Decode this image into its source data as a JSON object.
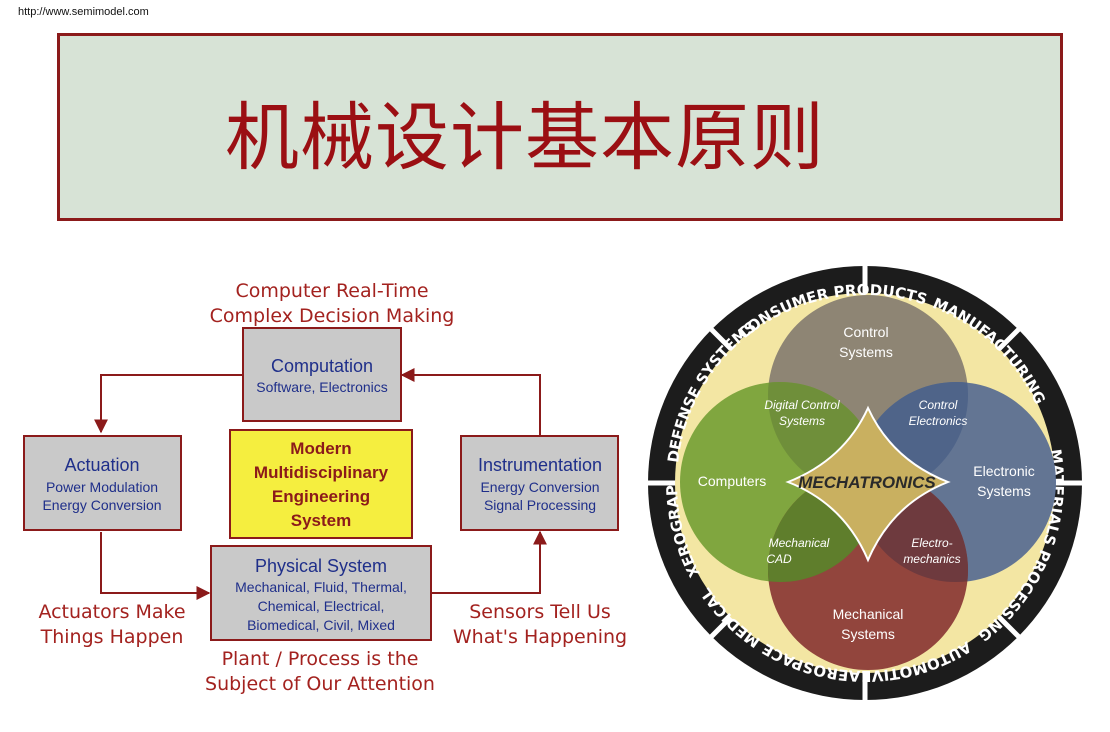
{
  "header": {
    "url": "http://www.semimodel.com",
    "title": "机械设计基本原则"
  },
  "flow": {
    "top_note": [
      "Computer Real-Time",
      "Complex Decision Making"
    ],
    "computation": {
      "title": "Computation",
      "sub": [
        "Software, Electronics"
      ]
    },
    "center": {
      "lines": [
        "Modern",
        "Multidisciplinary",
        "Engineering",
        "System"
      ]
    },
    "actuation": {
      "title": "Actuation",
      "sub": [
        "Power Modulation",
        "Energy Conversion"
      ]
    },
    "instrumentation": {
      "title": "Instrumentation",
      "sub": [
        "Energy Conversion",
        "Signal Processing"
      ]
    },
    "physical": {
      "title": "Physical System",
      "sub": [
        "Mechanical, Fluid, Thermal,",
        "Chemical, Electrical,",
        "Biomedical, Civil, Mixed"
      ]
    },
    "left_note": [
      "Actuators Make",
      "Things Happen"
    ],
    "right_note": [
      "Sensors Tell Us",
      "What's Happening"
    ],
    "bottom_note": [
      "Plant / Process is the",
      "Subject of Our Attention"
    ]
  },
  "mechatronics": {
    "center": "MECHATRONICS",
    "circles": {
      "control": [
        "Control",
        "Systems"
      ],
      "computers": [
        "Computers"
      ],
      "electronic": [
        "Electronic",
        "Systems"
      ],
      "mechanical": [
        "Mechanical",
        "Systems"
      ]
    },
    "overlaps": {
      "digital_control": [
        "Digital Control",
        "Systems"
      ],
      "control_electronics": [
        "Control",
        "Electronics"
      ],
      "mechanical_cad": [
        "Mechanical",
        "CAD"
      ],
      "electromechanics": [
        "Electro-",
        "mechanics"
      ]
    },
    "ring": {
      "automotive": "AUTOMOTIVE",
      "aerospace": "AEROSPACE",
      "medical": "MEDICAL",
      "xerography": "XEROGRAPHY",
      "defense": "DEFENSE SYSTEMS",
      "consumer": "CONSUMER PRODUCTS",
      "manufacturing": "MANUFACTURING",
      "materials": "MATERIALS PROCESSING"
    },
    "colors": {
      "control": "#8e8574",
      "computers": "#79a23a",
      "electronic": "#5b6f92",
      "mechanical": "#8c3c38",
      "center": "#c9b060",
      "ring_band": "#1c1c1c",
      "ring_fill": "#f3e6a3"
    }
  }
}
